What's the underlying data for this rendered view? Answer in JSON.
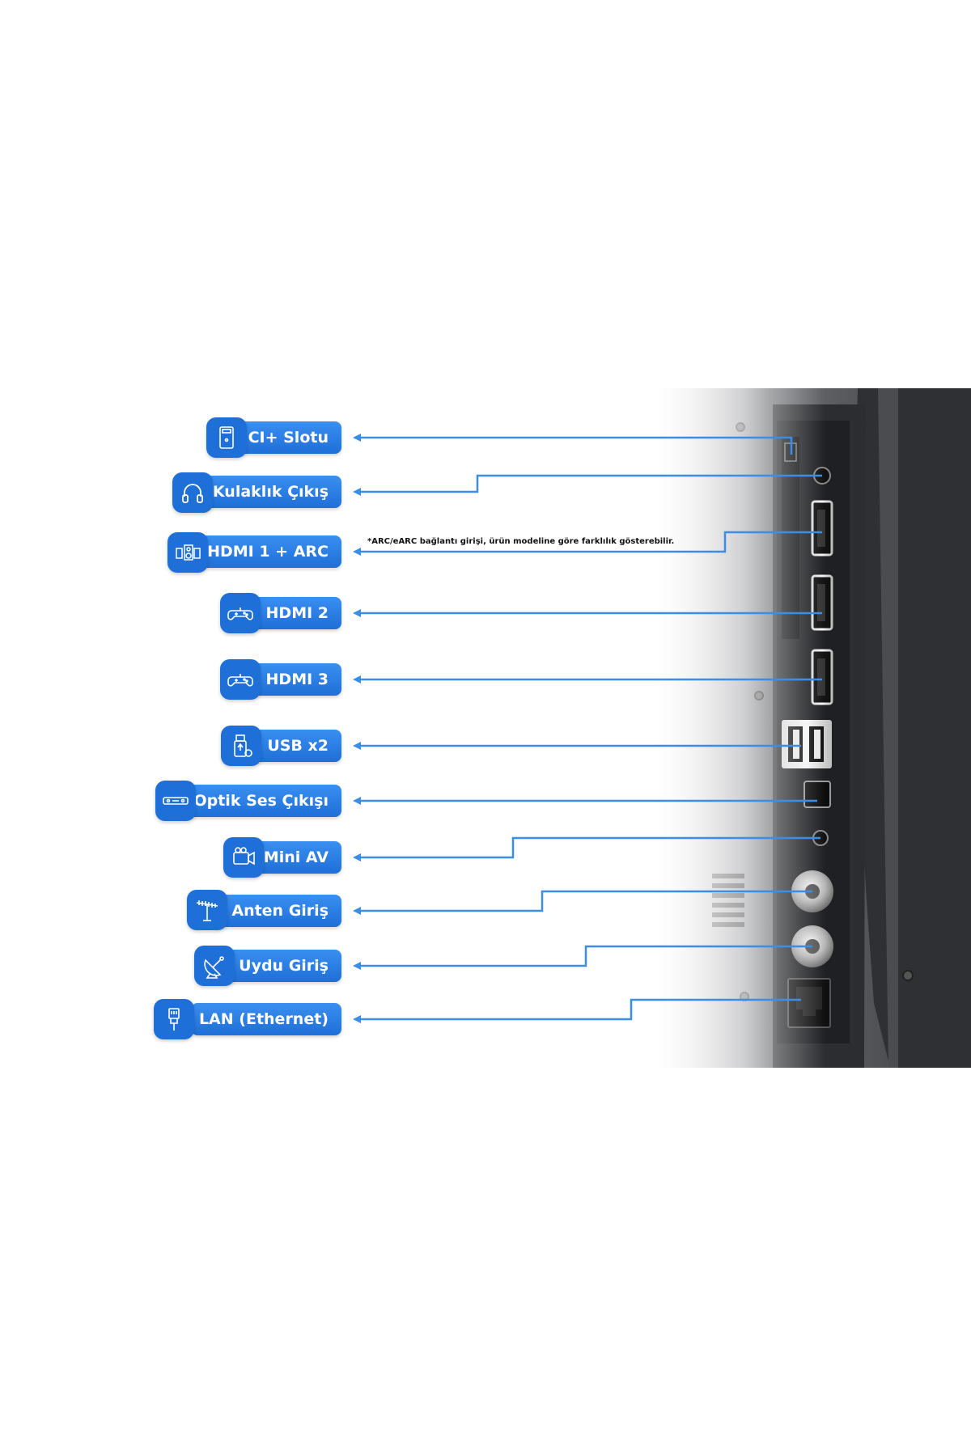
{
  "labels": {
    "ci_slot": "CI+ Slotu",
    "headphone": "Kulaklık Çıkış",
    "hdmi1": "HDMI 1 + ARC",
    "hdmi2": "HDMI 2",
    "hdmi3": "HDMI 3",
    "usb": "USB x2",
    "optical": "Optik Ses Çıkışı",
    "mini_av": "Mini AV",
    "antenna": "Anten Giriş",
    "satellite": "Uydu Giriş",
    "lan": "LAN (Ethernet)"
  },
  "note": "*ARC/eARC bağlantı girişi, ürün modeline göre farklılık gösterebilir.",
  "icons": [
    "ci-card-icon",
    "headphones-icon",
    "speaker-system-icon",
    "gamepad-icon",
    "gamepad-icon",
    "usb-stick-icon",
    "soundbar-icon",
    "camcorder-icon",
    "antenna-icon",
    "satellite-dish-icon",
    "ethernet-plug-icon"
  ],
  "colors": {
    "accent": "#1e6fd8",
    "line": "#3b8ee8",
    "panel": "#3b3d40"
  }
}
